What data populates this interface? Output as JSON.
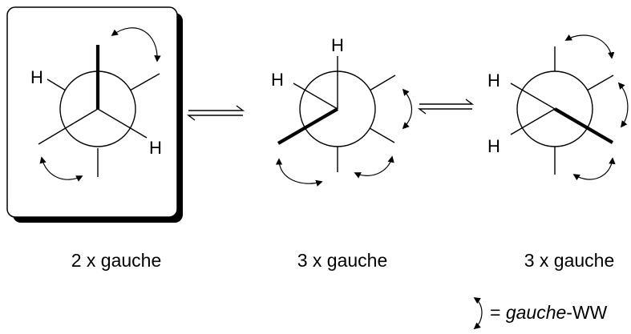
{
  "projections": [
    {
      "id": "p1",
      "caption": "2 x gauche",
      "highlighted": true,
      "labels": [
        "H",
        "H"
      ]
    },
    {
      "id": "p2",
      "caption": "3 x gauche",
      "highlighted": false,
      "labels": [
        "H"
      ]
    },
    {
      "id": "p3",
      "caption": "3 x gauche",
      "highlighted": false,
      "labels": [
        "H",
        "H"
      ]
    }
  ],
  "equilibrium_arrows": 2,
  "legend": {
    "italic_text": "gauche",
    "suffix": "-WW",
    "prefix": "= "
  }
}
